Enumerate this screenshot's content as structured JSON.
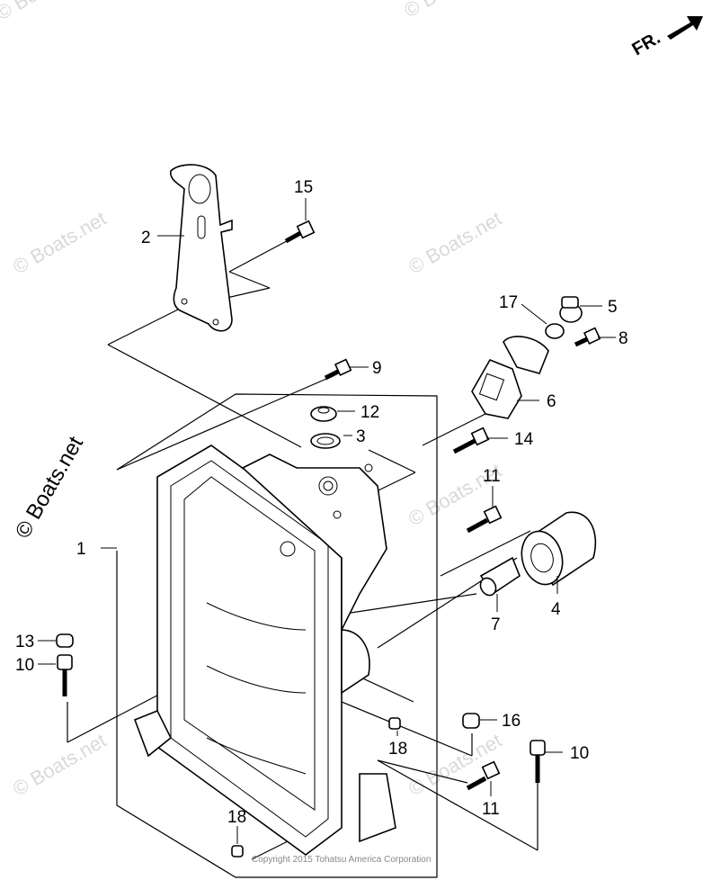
{
  "watermark": "© Boats.net",
  "copyright": "Copyright 2015 Tohatsu America Corporation",
  "direction_label": "FR.",
  "callouts": [
    "1",
    "2",
    "3",
    "4",
    "5",
    "6",
    "7",
    "8",
    "9",
    "10",
    "10",
    "11",
    "11",
    "12",
    "13",
    "14",
    "15",
    "16",
    "17",
    "18",
    "18"
  ]
}
